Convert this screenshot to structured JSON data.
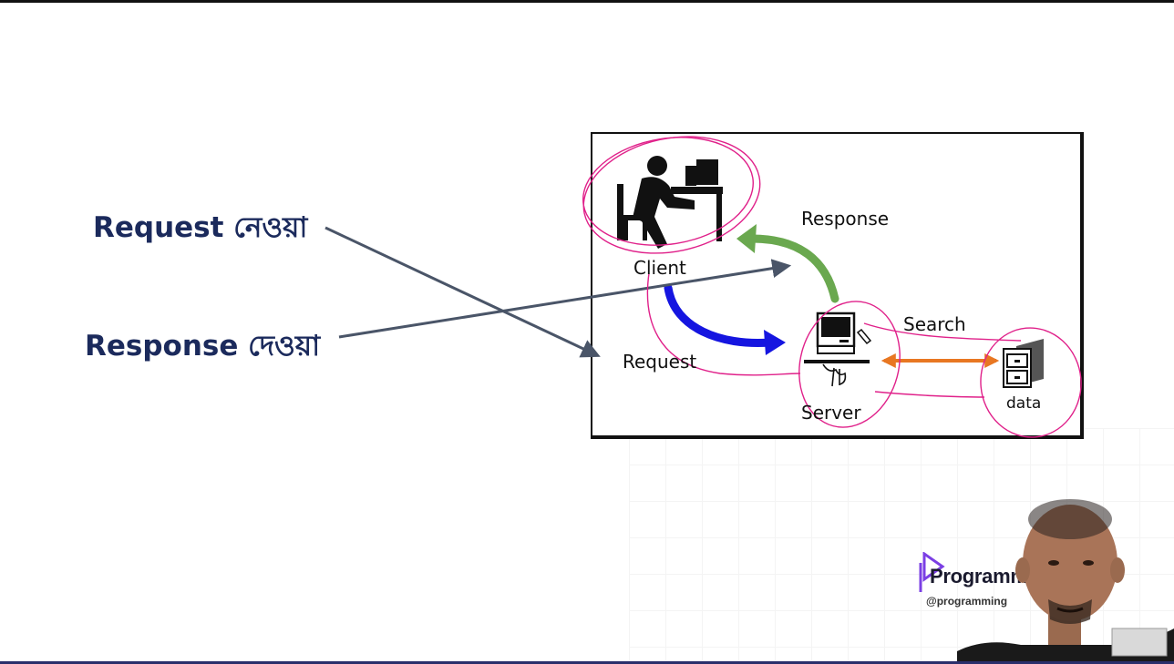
{
  "slide": {
    "request_label": "Request নেওয়া",
    "response_label": "Response দেওয়া"
  },
  "diagram": {
    "client": "Client",
    "response": "Response",
    "search": "Search",
    "request": "Request",
    "server": "Server",
    "data": "data"
  },
  "branding": {
    "name": "Programm",
    "handle": "@programming"
  },
  "colors": {
    "label_text": "#1b2a5c",
    "pointer_arrow": "#4a5568",
    "response_arrow": "#6aa84f",
    "request_arrow": "#1515e0",
    "search_arrow": "#e87722",
    "annotation": "#e0218a",
    "logo_accent": "#7b3fe4"
  },
  "icons": [
    "client-person-icon",
    "server-computer-icon",
    "data-cabinet-icon",
    "programming-logo-icon"
  ]
}
